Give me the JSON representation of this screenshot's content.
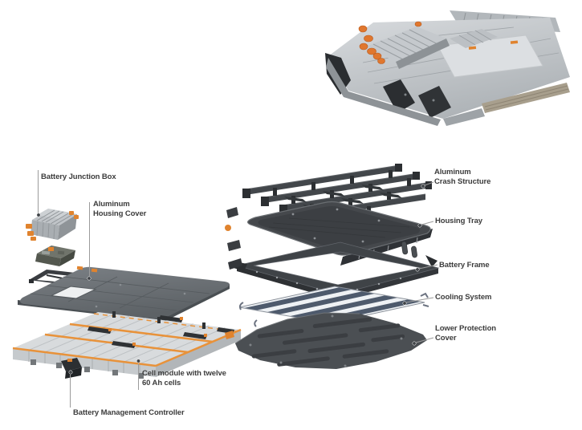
{
  "figure": {
    "type": "exploded-parts-diagram",
    "subject": "EV battery pack"
  },
  "colors": {
    "label_text": "#3c3c3c",
    "leader_line": "#9b9b9b",
    "accent_orange": "#e0832e",
    "dark_component": "#3f4347",
    "light_module": "#d7dadc",
    "silver_pack": "#c6cacd",
    "cooling_stripe_blue": "#4e5a6c",
    "background": "#ffffff"
  },
  "labels": {
    "battery_junction_box": {
      "lines": [
        "Battery Junction Box"
      ]
    },
    "aluminum_housing_cover": {
      "lines": [
        "Aluminum",
        "Housing Cover"
      ]
    },
    "battery_management_controller": {
      "lines": [
        "Battery Management Controller"
      ]
    },
    "cell_module": {
      "lines": [
        "Cell module with twelve",
        "60 Ah cells"
      ]
    },
    "aluminum_crash_structure": {
      "lines": [
        "Aluminum",
        "Crash Structure"
      ]
    },
    "housing_tray": {
      "lines": [
        "Housing Tray"
      ]
    },
    "battery_frame": {
      "lines": [
        "Battery Frame"
      ]
    },
    "cooling_system": {
      "lines": [
        "Cooling System"
      ]
    },
    "lower_protection_cover": {
      "lines": [
        "Lower Protection",
        "Cover"
      ]
    }
  }
}
